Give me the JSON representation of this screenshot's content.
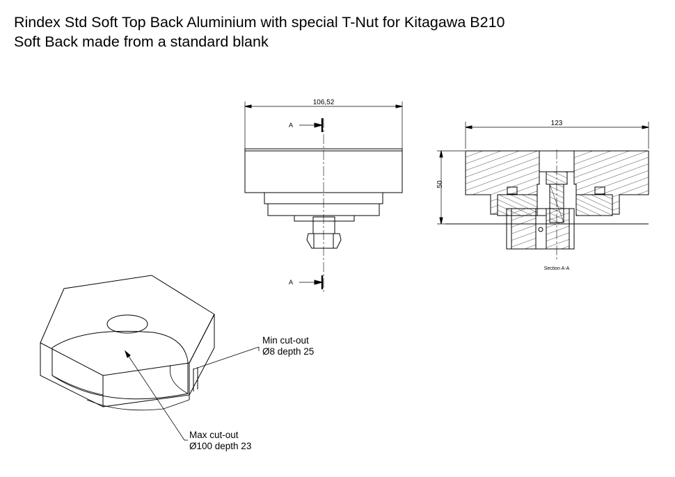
{
  "title_line1": "Rindex Std Soft Top Back Aluminium with special T-Nut for Kitagawa B210",
  "title_line2": "Soft Back made from a standard blank",
  "front_view": {
    "width_dim": "106,52",
    "section_mark_top": "A",
    "section_mark_bottom": "A"
  },
  "section_view": {
    "width_dim": "123",
    "height_dim": "50",
    "caption": "Section A-A"
  },
  "iso_view": {
    "min_cutout_line1": "Min cut-out",
    "min_cutout_line2": "Ø8 depth 25",
    "max_cutout_line1": "Max cut-out",
    "max_cutout_line2": "Ø100 depth 23"
  }
}
